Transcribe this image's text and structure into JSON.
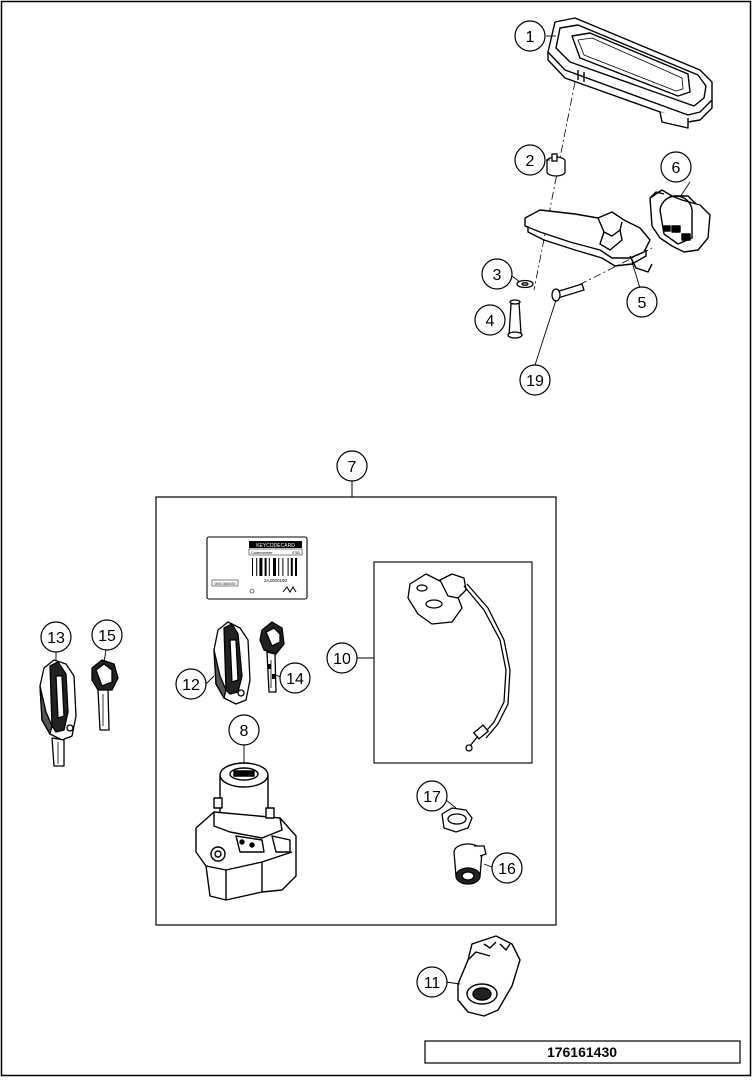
{
  "callouts": {
    "c1": "1",
    "c2": "2",
    "c3": "3",
    "c4": "4",
    "c5": "5",
    "c6": "6",
    "c7": "7",
    "c8": "8",
    "c10": "10",
    "c11": "11",
    "c12": "12",
    "c13": "13",
    "c14": "14",
    "c15": "15",
    "c16": "16",
    "c17": "17",
    "c19": "19"
  },
  "keycodecard": {
    "title": "KEYCODECARD",
    "barcode_number": "2A2000190",
    "small_left": "Codenummer",
    "small_right": "0783",
    "bottom_left": "0000 0000000"
  },
  "drawing_number": "176161430"
}
